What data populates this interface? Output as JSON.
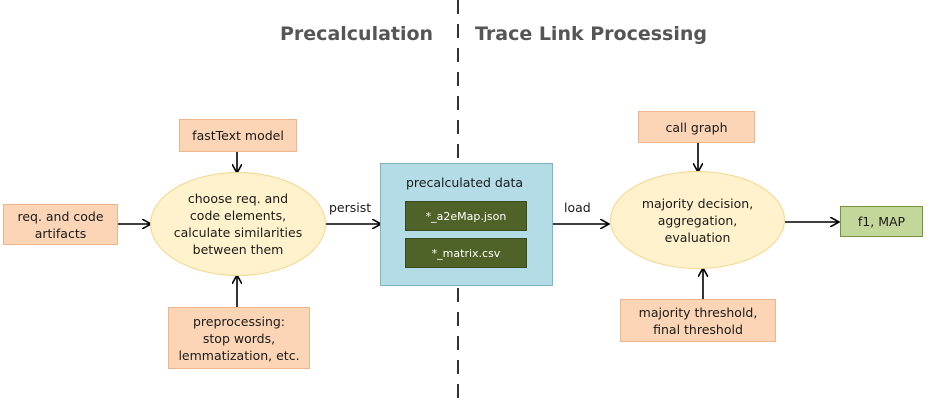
{
  "headings": {
    "left": "Precalculation",
    "right": "Trace Link Processing"
  },
  "nodes": {
    "req_code": "req. and code\nartifacts",
    "fasttext": "fastText model",
    "choose": "choose req. and\ncode elements,\ncalculate similarities\nbetween them",
    "preprocessing": "preprocessing:\nstop words,\nlemmatization, etc.",
    "precalc_title": "precalculated data",
    "a2emap": "*_a2eMap.json",
    "matrix": "*_matrix.csv",
    "call_graph": "call graph",
    "majority": "majority decision,\naggregation,\nevaluation",
    "thresholds": "majority threshold,\nfinal threshold",
    "output": "f1, MAP"
  },
  "edges": {
    "persist": "persist",
    "load": "load"
  },
  "colors": {
    "peach": "#fbd5b5",
    "ellipse": "#fff2cc",
    "blue": "#b4dce6",
    "dark_green": "#4f6228",
    "light_green": "#c4d79b",
    "heading": "#555555"
  }
}
